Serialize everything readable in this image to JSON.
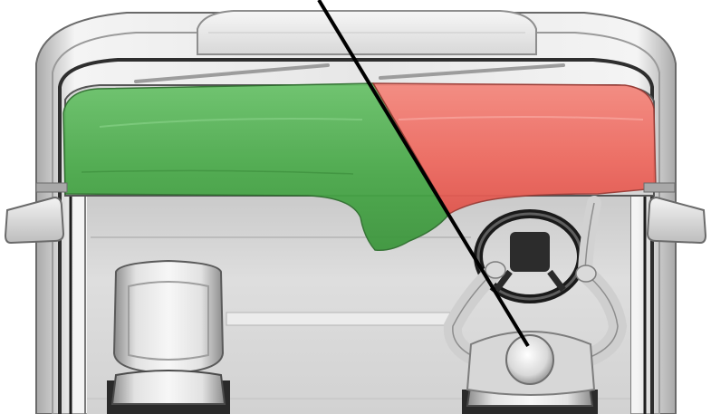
{
  "scene": {
    "subject": "truck-cab-top-view",
    "colors": {
      "background": "#ffffff",
      "cab_light": "#f2f2f2",
      "cab_mid": "#cfcfcf",
      "cab_dark": "#8e8e8e",
      "cab_edge": "#3a3a3a",
      "floor": "#d9d9d9",
      "green_zone": "#4fae4f",
      "red_zone": "#ee6a60",
      "sight_line": "#000000"
    },
    "zones": [
      "visible-area",
      "blind-area"
    ],
    "elements": [
      "roof-hatch",
      "dashboard",
      "passenger-seat",
      "driver-seat",
      "driver",
      "steering-wheel",
      "left-mirror",
      "right-mirror",
      "sight-line"
    ]
  }
}
